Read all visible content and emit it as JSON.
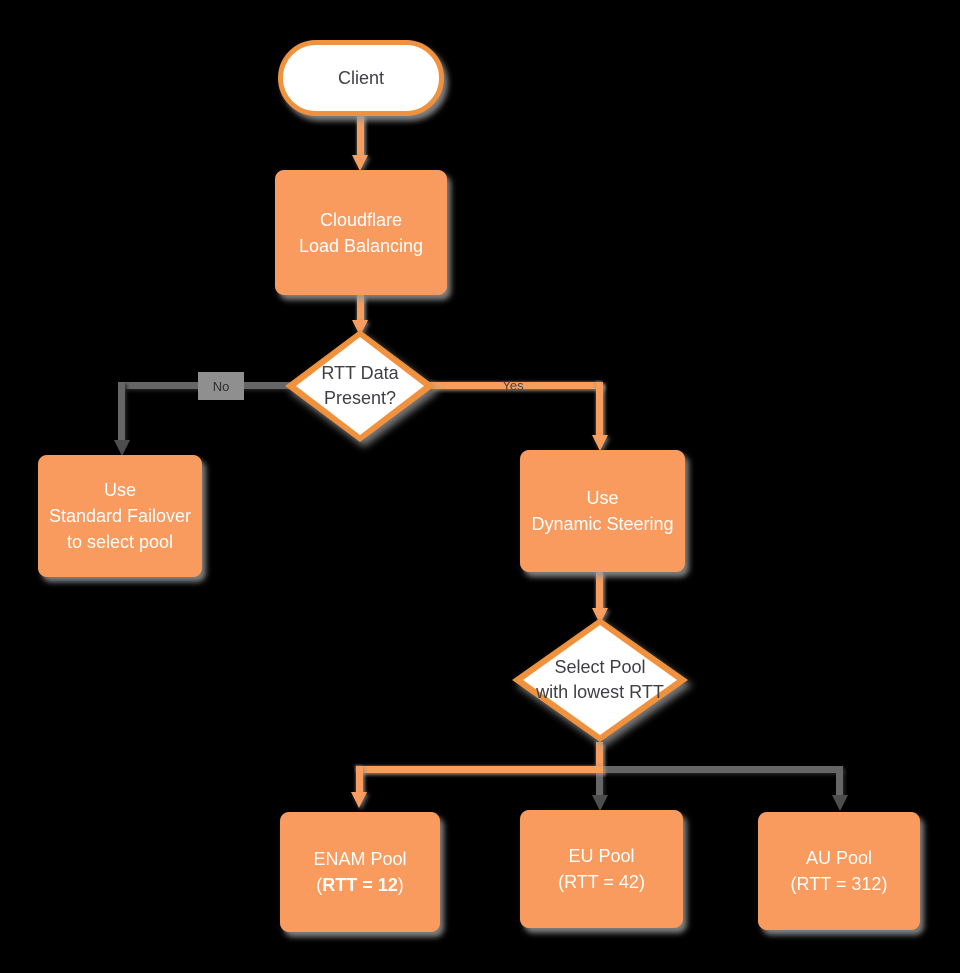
{
  "diagram": {
    "title_hint": "Cloudflare load balancing traffic steering flowchart",
    "colors": {
      "background": "#000000",
      "shape_fill_orange": "#F99B5E",
      "shape_border_orange": "#F0913E",
      "connector_orange": "#F89D5E",
      "connector_gray": "#666666",
      "arrowhead_dark": "#4D4D4D",
      "text_dark": "#3F4044",
      "text_light": "#FFFFFF"
    },
    "nodes": {
      "client": {
        "label": "Client"
      },
      "load_balancer": {
        "lines": [
          "Cloudflare",
          "Load Balancing"
        ]
      },
      "rtt_decision": {
        "lines": [
          "RTT Data",
          "Present?"
        ]
      },
      "standard_failover": {
        "lines": [
          "Use",
          "Standard Failover",
          "to select pool"
        ]
      },
      "dynamic_steering": {
        "lines": [
          "Use",
          "Dynamic Steering"
        ]
      },
      "pool_decision": {
        "lines": [
          "Select Pool",
          "with lowest RTT"
        ]
      },
      "pools": [
        {
          "name": "ENAM Pool",
          "value_prefix": "(",
          "value": "RTT = 12",
          "value_suffix": ")",
          "value_weight": "bold"
        },
        {
          "name": "EU Pool",
          "value_prefix": "(",
          "value": "RTT = 42",
          "value_suffix": ")",
          "value_weight": "normal"
        },
        {
          "name": "AU Pool",
          "value_prefix": "(",
          "value": "RTT = 312",
          "value_suffix": ")",
          "value_weight": "normal"
        }
      ]
    },
    "edge_labels": {
      "no": "No",
      "yes": "Yes"
    }
  }
}
